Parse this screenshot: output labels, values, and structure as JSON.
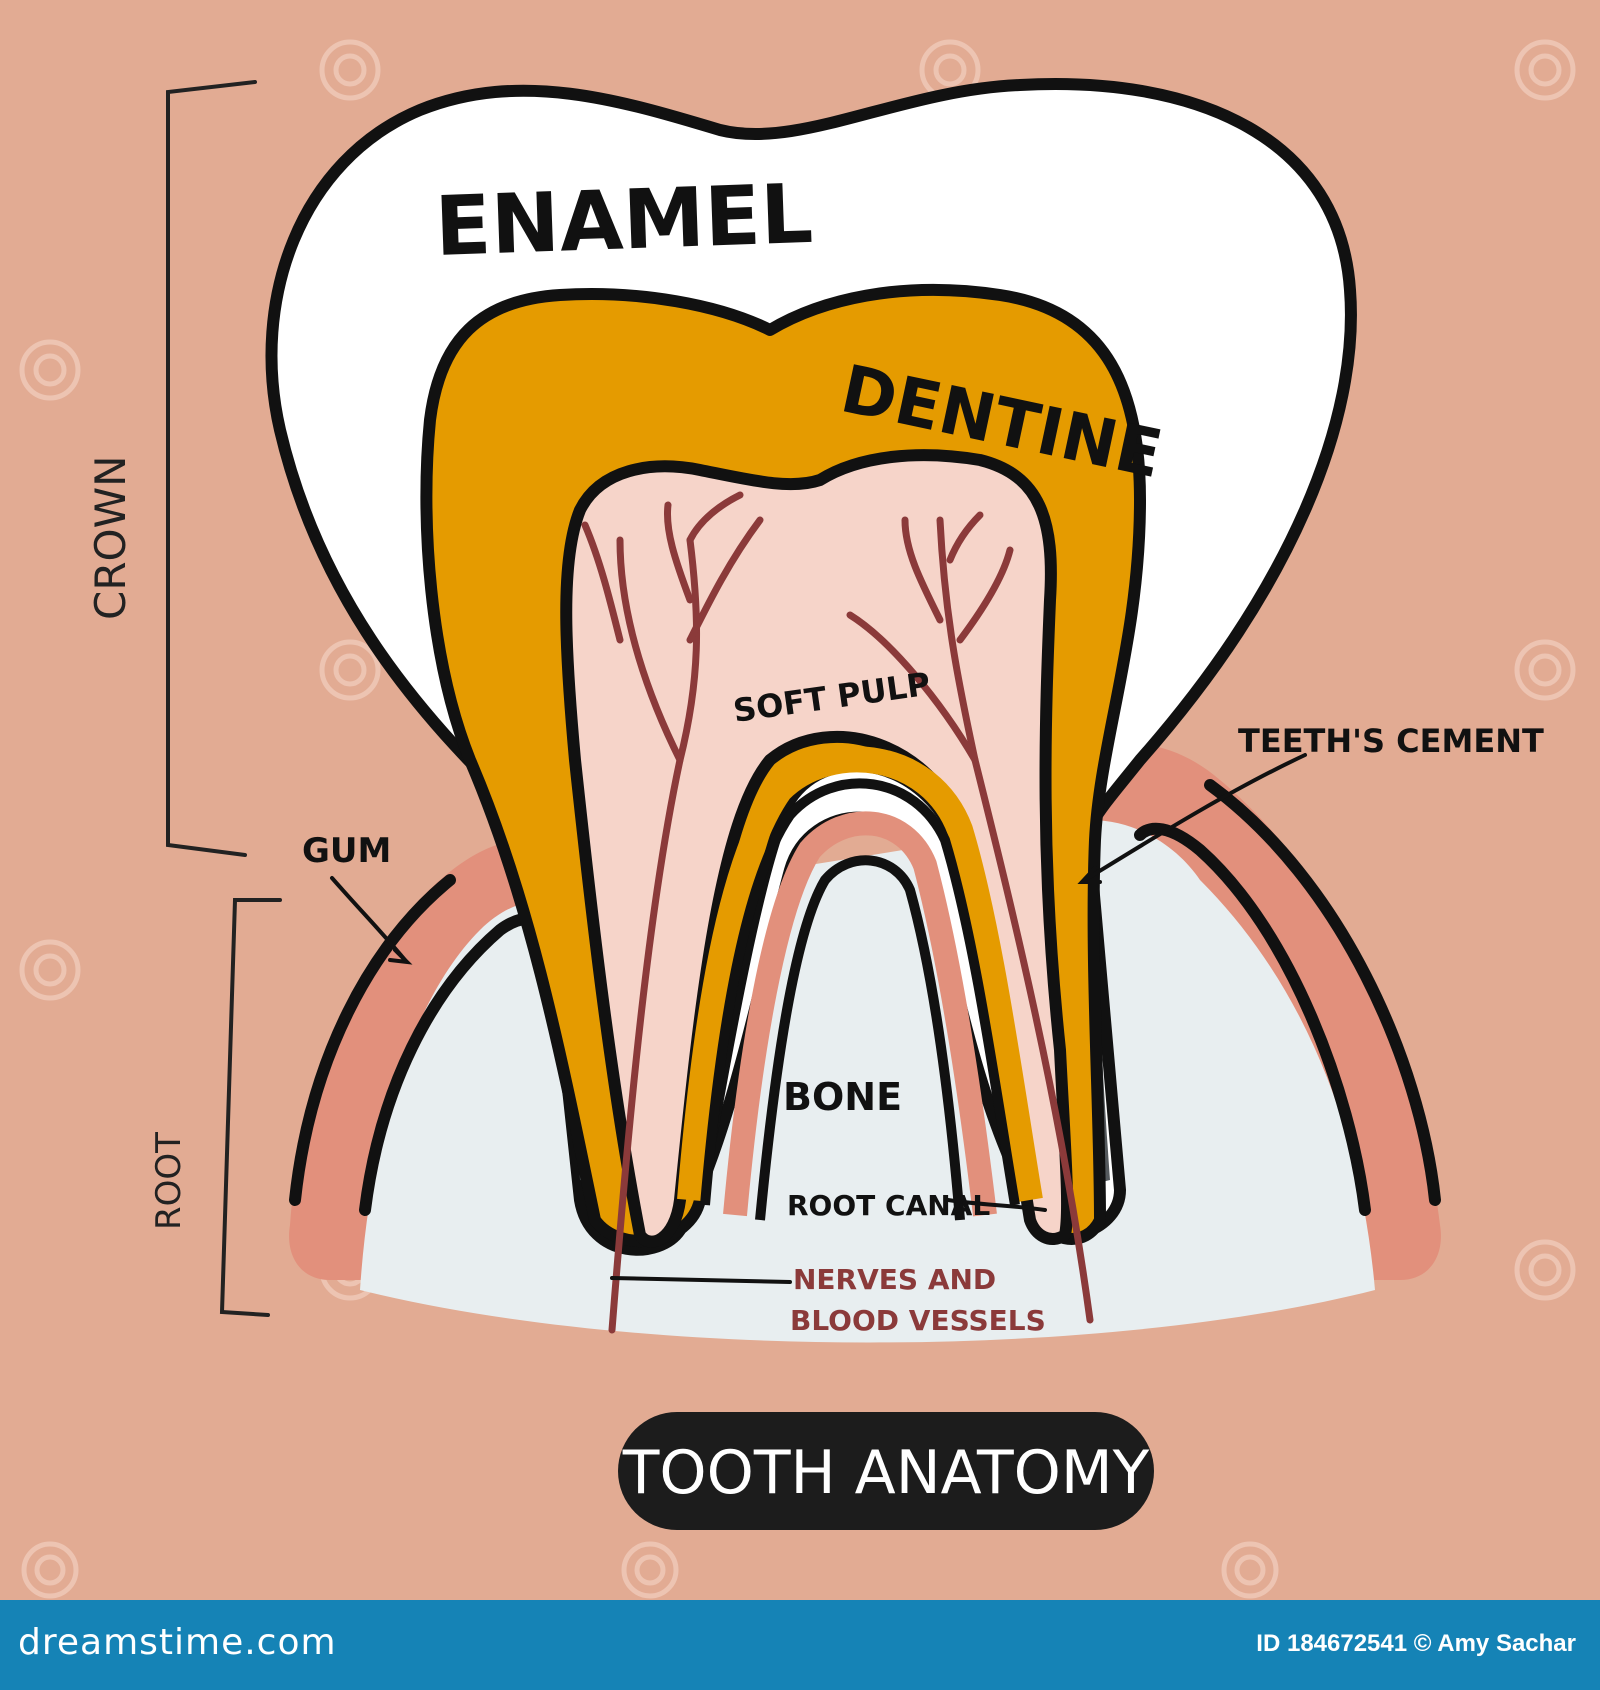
{
  "title": "TOOTH ANATOMY",
  "labels": {
    "enamel": "ENAMEL",
    "dentine": "DENTINE",
    "soft_pulp": "SOFT PULP",
    "teeths_cement": "TEETH'S CEMENT",
    "gum": "GUM",
    "bone": "BONE",
    "root_canal": "ROOT CANAL",
    "nerves_line1": "NERVES AND",
    "nerves_line2": "BLOOD VESSELS",
    "crown": "CROWN",
    "root": "ROOT"
  },
  "footer": {
    "site": "dreamstime.com",
    "id_label": "ID",
    "id_value": "184672541",
    "copyright": "©",
    "author": "Amy Sachar"
  },
  "colors": {
    "background": "#e2ab93",
    "enamel": "#ffffff",
    "dentine": "#e59b00",
    "pulp": "#f6d4c9",
    "gum": "#e2907c",
    "bone": "#e8eef0",
    "cement": "#555a5e",
    "vessels": "#8b3a3a",
    "footer": "#1583b6"
  }
}
